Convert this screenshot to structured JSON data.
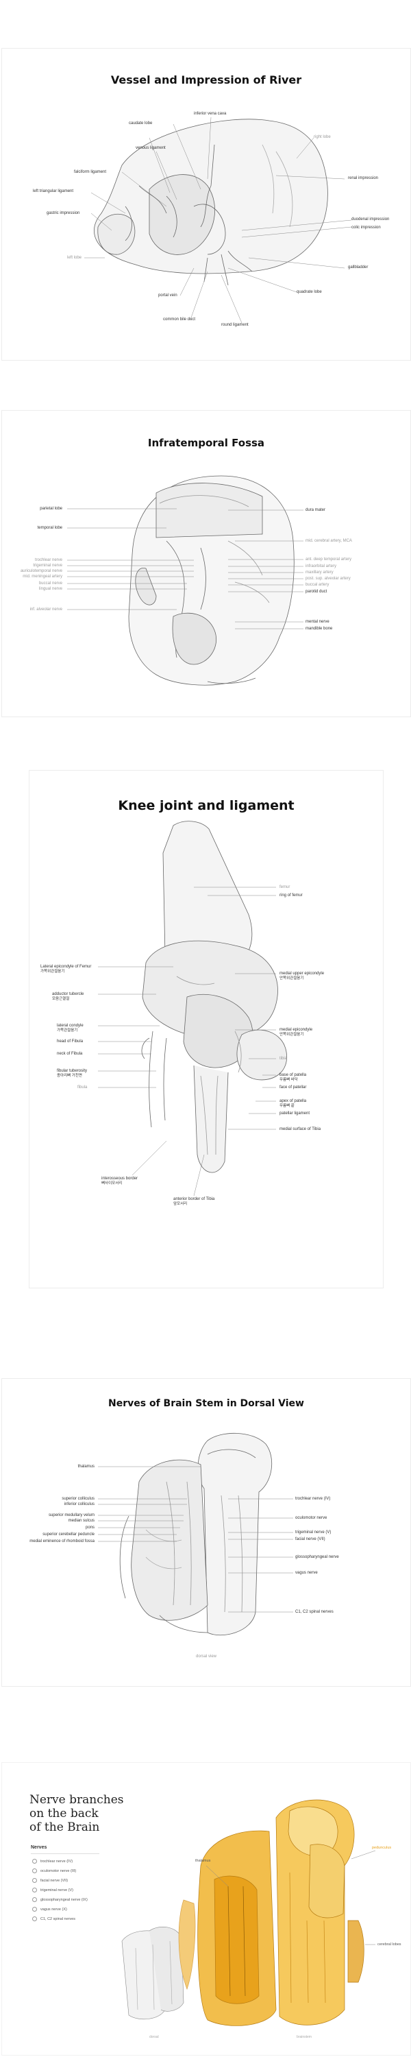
{
  "panel1": {
    "title": "Vessel and Impression of River",
    "labels": [
      "inferior vena cava",
      "caudate lobe",
      "venous ligament",
      "falciform ligament",
      "left triangular ligament",
      "gastric impression",
      "left lobe",
      "right lobe",
      "renal impression",
      "duodenal impression",
      "colic impression",
      "gallbladder",
      "quadrate lobe",
      "round ligament",
      "portal vein",
      "common bile duct"
    ]
  },
  "panel2": {
    "title": "Infratemporal Fossa",
    "labels": [
      "parietal lobe",
      "temporal lobe",
      "trochlear nerve",
      "trigeminal nerve",
      "auriculotemporal nerve",
      "mid. meningeal artery",
      "buccal nerve",
      "lingual nerve",
      "inf. alveolar nerve",
      "dura mater",
      "mid. cerebral artery, MCA",
      "ant. deep temporal artery",
      "infraorbital artery",
      "maxillary artery",
      "post. sup. alveolar artery",
      "buccal artery",
      "parotid duct",
      "mental nerve",
      "mandible bone"
    ]
  },
  "panel3": {
    "title": "Knee joint and ligament",
    "labels": [
      {
        "en": "femur",
        "ko": ""
      },
      {
        "en": "ring of femur",
        "ko": ""
      },
      {
        "en": "Lateral epicondyle of Femur",
        "ko": "가쪽위관절융기"
      },
      {
        "en": "medial upper epicondyle",
        "ko": "안쪽위관절융기"
      },
      {
        "en": "adductor tubercle",
        "ko": "모음근결절"
      },
      {
        "en": "medial epicondyle",
        "ko": "안쪽위관절융기"
      },
      {
        "en": "lateral condyle",
        "ko": "가쪽관절융기"
      },
      {
        "en": "tibia",
        "ko": ""
      },
      {
        "en": "head of Fibula",
        "ko": ""
      },
      {
        "en": "base of patella",
        "ko": "무릎뼈 바닥"
      },
      {
        "en": "neck of Fibula",
        "ko": ""
      },
      {
        "en": "face of patellar",
        "ko": ""
      },
      {
        "en": "fibular tuberosity",
        "ko": "종아리뼈 거친면"
      },
      {
        "en": "apex of patella",
        "ko": "무릎뼈 끝"
      },
      {
        "en": "fibula",
        "ko": ""
      },
      {
        "en": "patellar ligament",
        "ko": ""
      },
      {
        "en": "medial surface of Tibia",
        "ko": ""
      },
      {
        "en": "interosseous border",
        "ko": "뼈사이모서리"
      },
      {
        "en": "anterior border of Tibia",
        "ko": "앞모서리"
      }
    ]
  },
  "panel4": {
    "title": "Nerves of Brain Stem in Dorsal View",
    "labels": [
      "thalamus",
      "superior colliculus",
      "inferior colliculus",
      "superior medullary velum",
      "median sulcus",
      "pons",
      "superior cerebellar peduncle",
      "medial eminence of rhomboid fossa",
      "trochlear nerve (IV)",
      "oculomotor nerve",
      "trigeminal nerve (V)",
      "facial nerve (VII)",
      "glossopharyngeal nerve",
      "vagus nerve",
      "C1, C2 spinal nerves"
    ],
    "caption": "dorsal view"
  },
  "panel5": {
    "title": "Nerve branches\non the back\nof the Brain",
    "legend_heading": "Nerves",
    "legend": [
      "trochlear nerve (IV)",
      "oculomotor nerve (III)",
      "facial nerve (VII)",
      "trigeminal nerve (V)",
      "glossopharyngeal nerve (IX)",
      "vagus nerve (X)",
      "C1, C2 spinal nerves"
    ],
    "callout_left": "thalamus",
    "callout_right": "cerebral lobes",
    "callout_top": "pedunculus",
    "foot_left": "dorsal",
    "foot_right": "brainstem",
    "accent": "#e8a21c"
  }
}
